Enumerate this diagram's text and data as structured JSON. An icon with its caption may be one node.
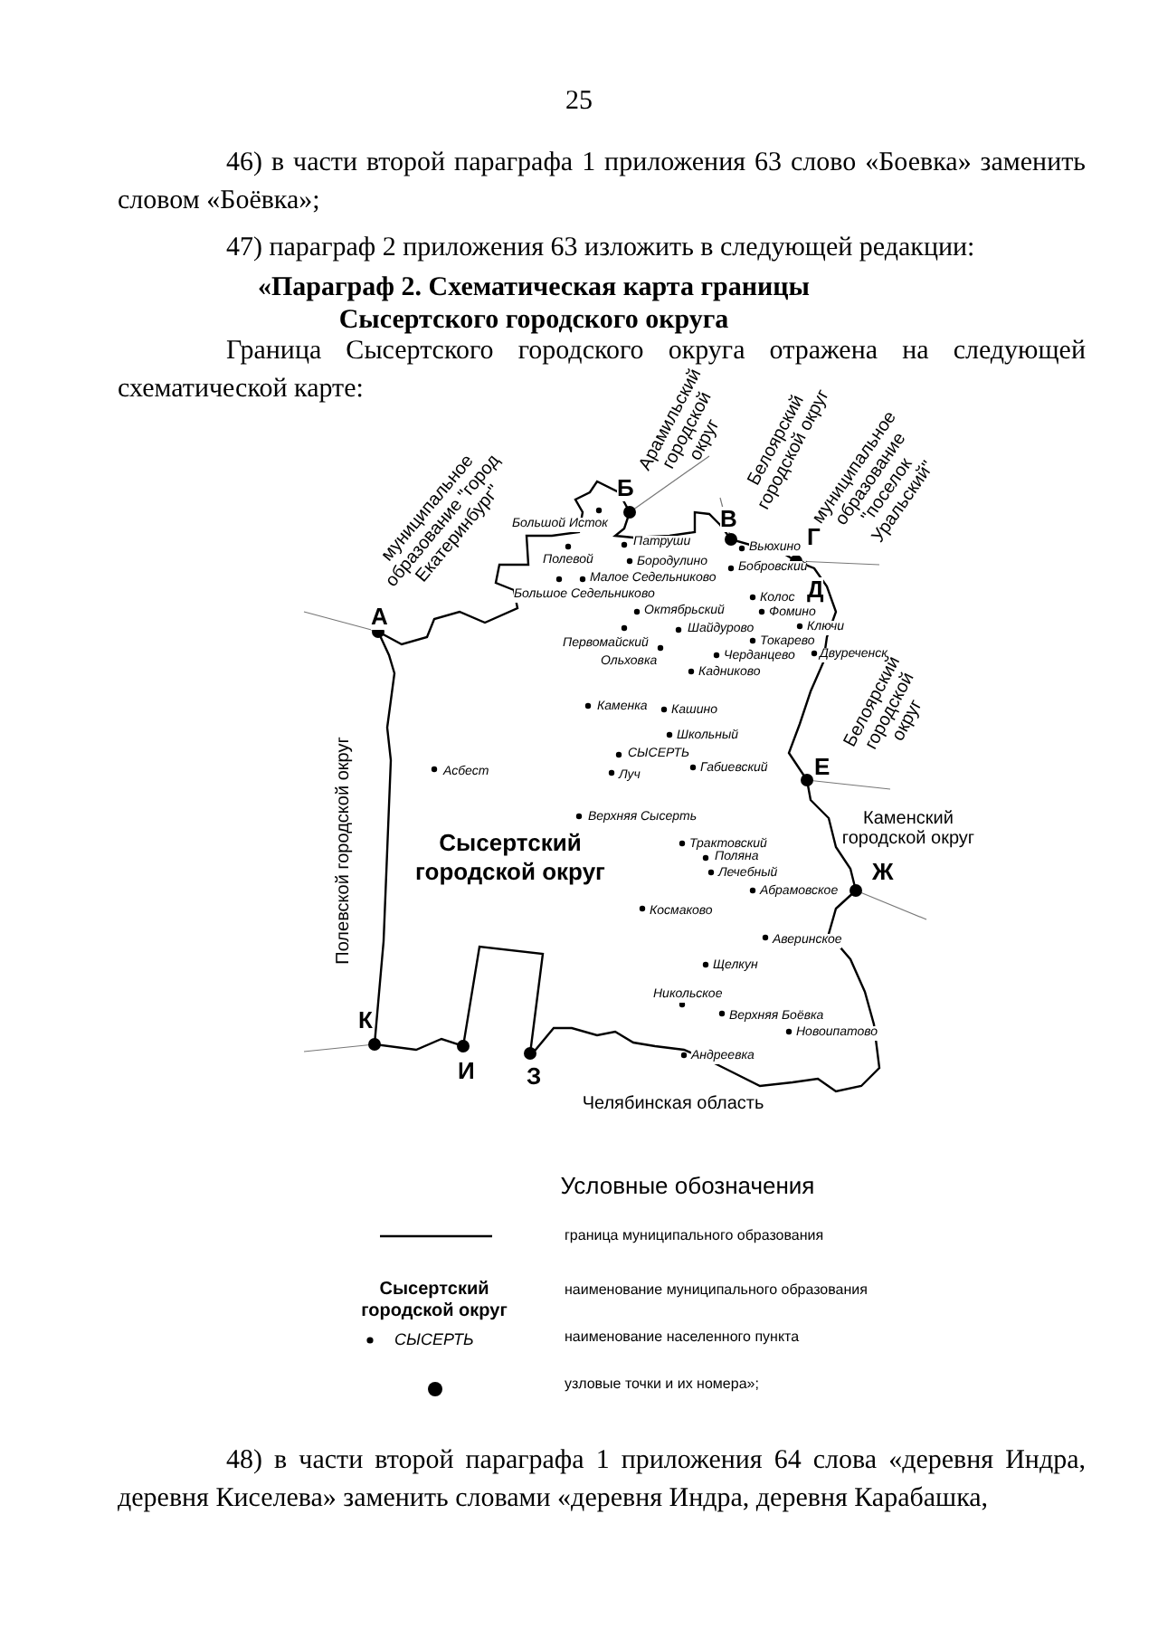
{
  "diagram": {
    "title": "«Параграф 2. Схематическая карта границы Сысертского городского округа",
    "labels": [
      "25",
      "46) в части второй параграфа 1 приложения 63 слово «Боевка» заменить словом «Боёвка»;",
      "47) параграф 2 приложения 63 изложить в следующей редакции:",
      "Граница Сысертского городского округа отражена на следующей схематической карте:",
      "муниципальное образование \"город Екатеринбург\"",
      "Б",
      "Арамильский городской округ",
      "Белоярский городской округ",
      "муниципальное образование \"поселок Уральский\"",
      "Большой Исток",
      "Патруши",
      "В",
      "Г",
      "Вьюхино",
      "Полевой",
      "Бородулино",
      "Бобровский",
      "Малое Седельниково",
      "Большое Седельниково",
      "Д",
      "Октябрьский",
      "Колос",
      "Фомино",
      "А",
      "Шайдурово",
      "Ключи",
      "Первомайский",
      "Токарево",
      "Черданцево",
      "Двуреченск",
      "Ольховка",
      "Кадниково",
      "Белоярский городской округ",
      "Каменка",
      "Кашино",
      "Полевской городской округ",
      "Школьный",
      "СЫСЕРТЬ",
      "Асбест",
      "Луч",
      "Габиевский",
      "Е",
      "Каменский городской округ",
      "Верхняя Сысерть",
      "Сысертский городской округ",
      "Трактовский",
      "Поляна",
      "Лечебный",
      "Абрамовское",
      "Ж",
      "Космаково",
      "Аверинское",
      "Щелкун",
      "Никольское",
      "Верхняя Боёвка",
      "Новоипатово",
      "К",
      "Андреевка",
      "И",
      "З",
      "Челябинская область",
      "Условные обозначения",
      "Сысертский городской округ",
      "СЫСЕРТЬ",
      "48) в части второй параграфа 1 приложения 64 слова «деревня Индра, деревня Киселева» заменить словами «деревня Индра, деревня Карабашка,"
    ],
    "legend": [
      {
        "text": "граница муниципального образования"
      },
      {
        "text": "наименование муниципального образования"
      },
      {
        "text": "наименование населенного пункта"
      },
      {
        "text": "узловые точки и их номера»;"
      }
    ]
  }
}
